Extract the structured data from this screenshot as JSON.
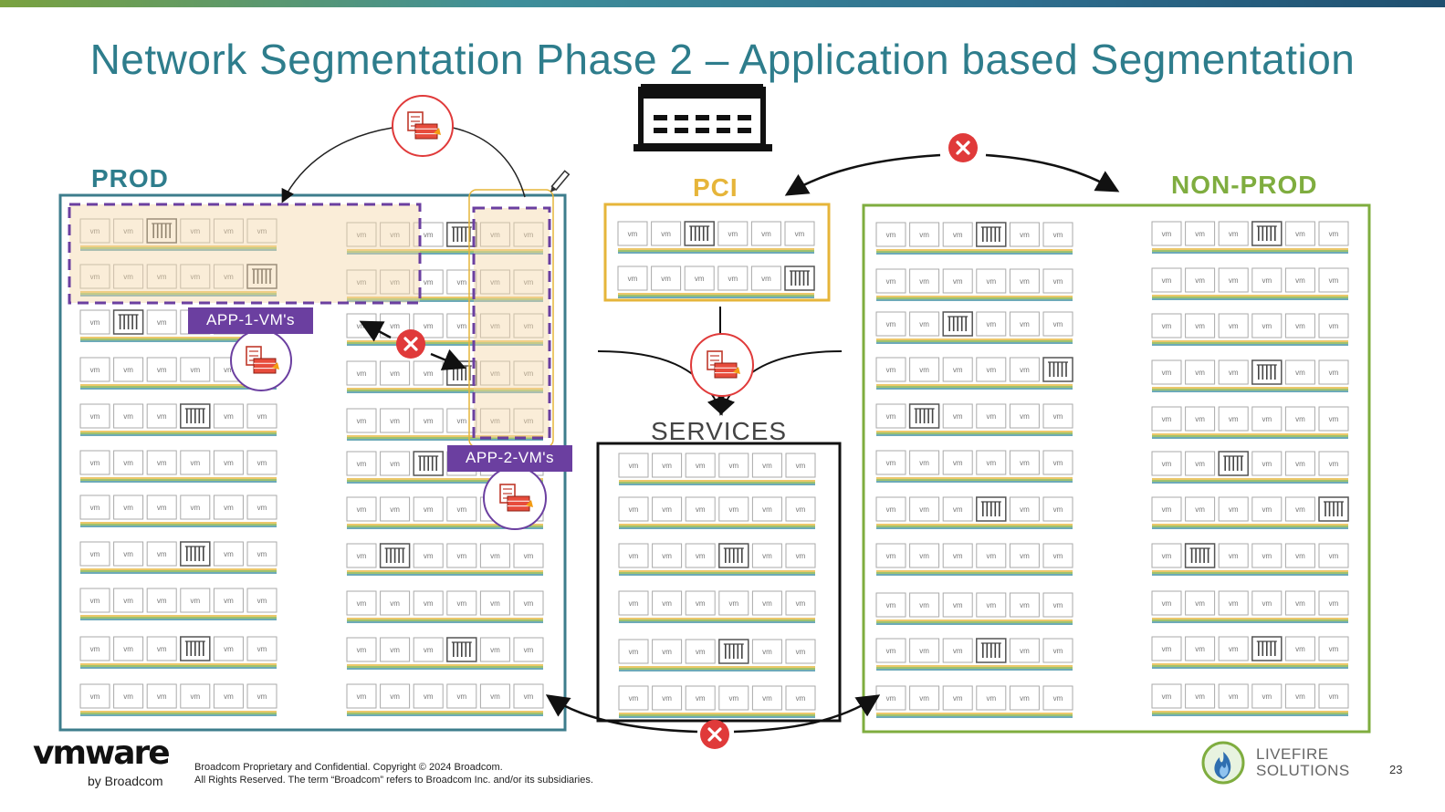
{
  "slide": {
    "title": "Network Segmentation Phase 2 – Application based Segmentation",
    "page_number": "23"
  },
  "zones": {
    "prod": "PROD",
    "pci": "PCI",
    "services": "SERVICES",
    "non_prod": "NON-PROD"
  },
  "tags": {
    "app1": "APP-1-VM's",
    "app2": "APP-2-VM's"
  },
  "vm_label": "vm",
  "colors": {
    "prod_border": "#3d7d8c",
    "pci_border": "#e6b53a",
    "services_border": "#111111",
    "nonprod_border": "#7fad3f",
    "app_tag": "#6b3fa0",
    "block_icon": "#e03a3a",
    "title": "#2e7d8c"
  },
  "icons": [
    "firewall-icon",
    "block-icon",
    "building-icon",
    "pencil-icon",
    "livefire-logo-icon"
  ],
  "footer": {
    "logo_word": "vmware",
    "logo_sub": "by Broadcom",
    "copyright_line1": "Broadcom Proprietary and Confidential. Copyright © 2024 Broadcom.",
    "copyright_line2": "All Rights Reserved. The term “Broadcom” refers to Broadcom Inc. and/or its subsidiaries.",
    "partner_line1": "LIVEFIRE",
    "partner_line2": "SOLUTIONS"
  }
}
